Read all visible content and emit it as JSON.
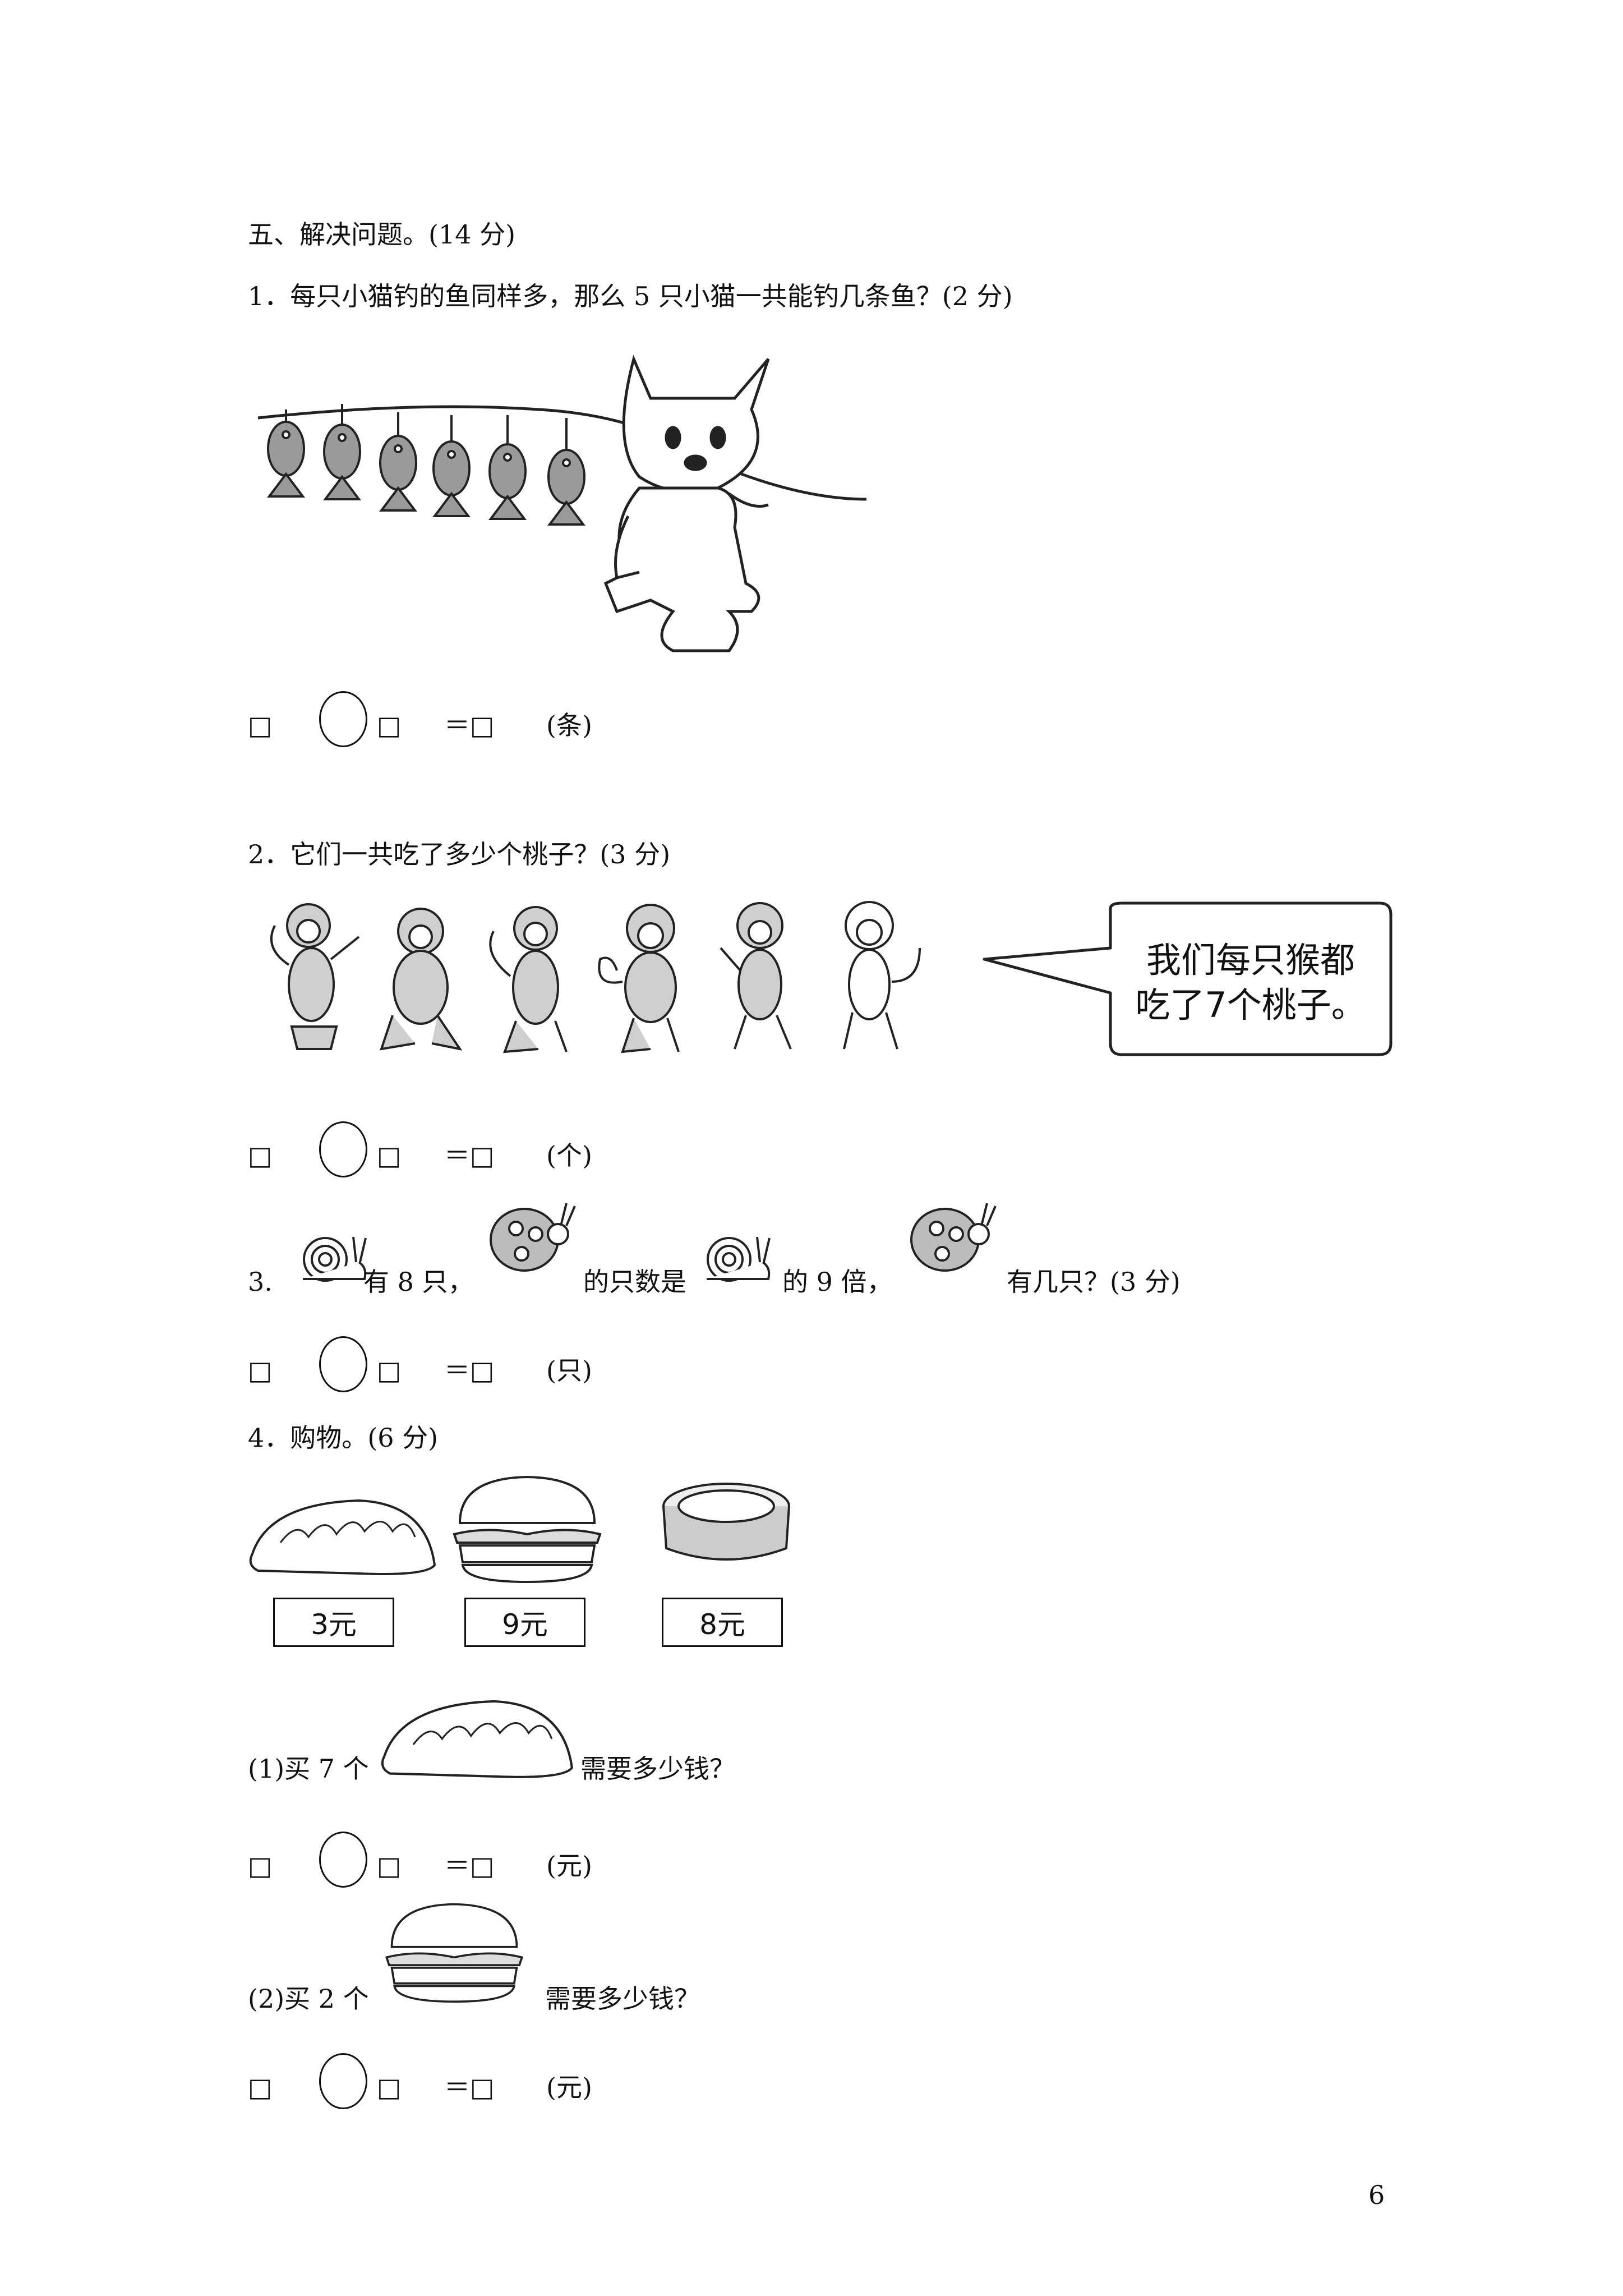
{
  "section": {
    "title": "五、解决问题。(14 分)"
  },
  "q1": {
    "text": "1．每只小猫钓的鱼同样多，那么 5 只小猫一共能钓几条鱼？(2 分)",
    "eq": {
      "box1": "□",
      "box2": "□",
      "equals": "＝□",
      "unit": "(条)"
    }
  },
  "q2": {
    "text": "2．它们一共吃了多少个桃子？(3 分)",
    "speech_line1": "我们每只猴都",
    "speech_line2": "吃了7个桃子。",
    "eq": {
      "box1": "□",
      "box2": "□",
      "equals": "＝□",
      "unit": "(个)"
    }
  },
  "q3": {
    "num": "3.",
    "t1": "有 8 只，",
    "t2": "的只数是",
    "t3": "的 9 倍，",
    "t4": "有几只？(3 分)",
    "eq": {
      "box1": "□",
      "box2": "□",
      "equals": "＝□",
      "unit": "(只)"
    }
  },
  "q4": {
    "text": "4．购物。(6 分)",
    "prices": [
      "3元",
      "9元",
      "8元"
    ],
    "sub1": {
      "pre": "(1)买 7 个",
      "post": "需要多少钱？",
      "eq": {
        "box1": "□",
        "box2": "□",
        "equals": "＝□",
        "unit": "(元)"
      }
    },
    "sub2": {
      "pre": "(2)买 2 个",
      "post": "需要多少钱？",
      "eq": {
        "box1": "□",
        "box2": "□",
        "equals": "＝□",
        "unit": "(元)"
      }
    }
  },
  "page_number": "6"
}
